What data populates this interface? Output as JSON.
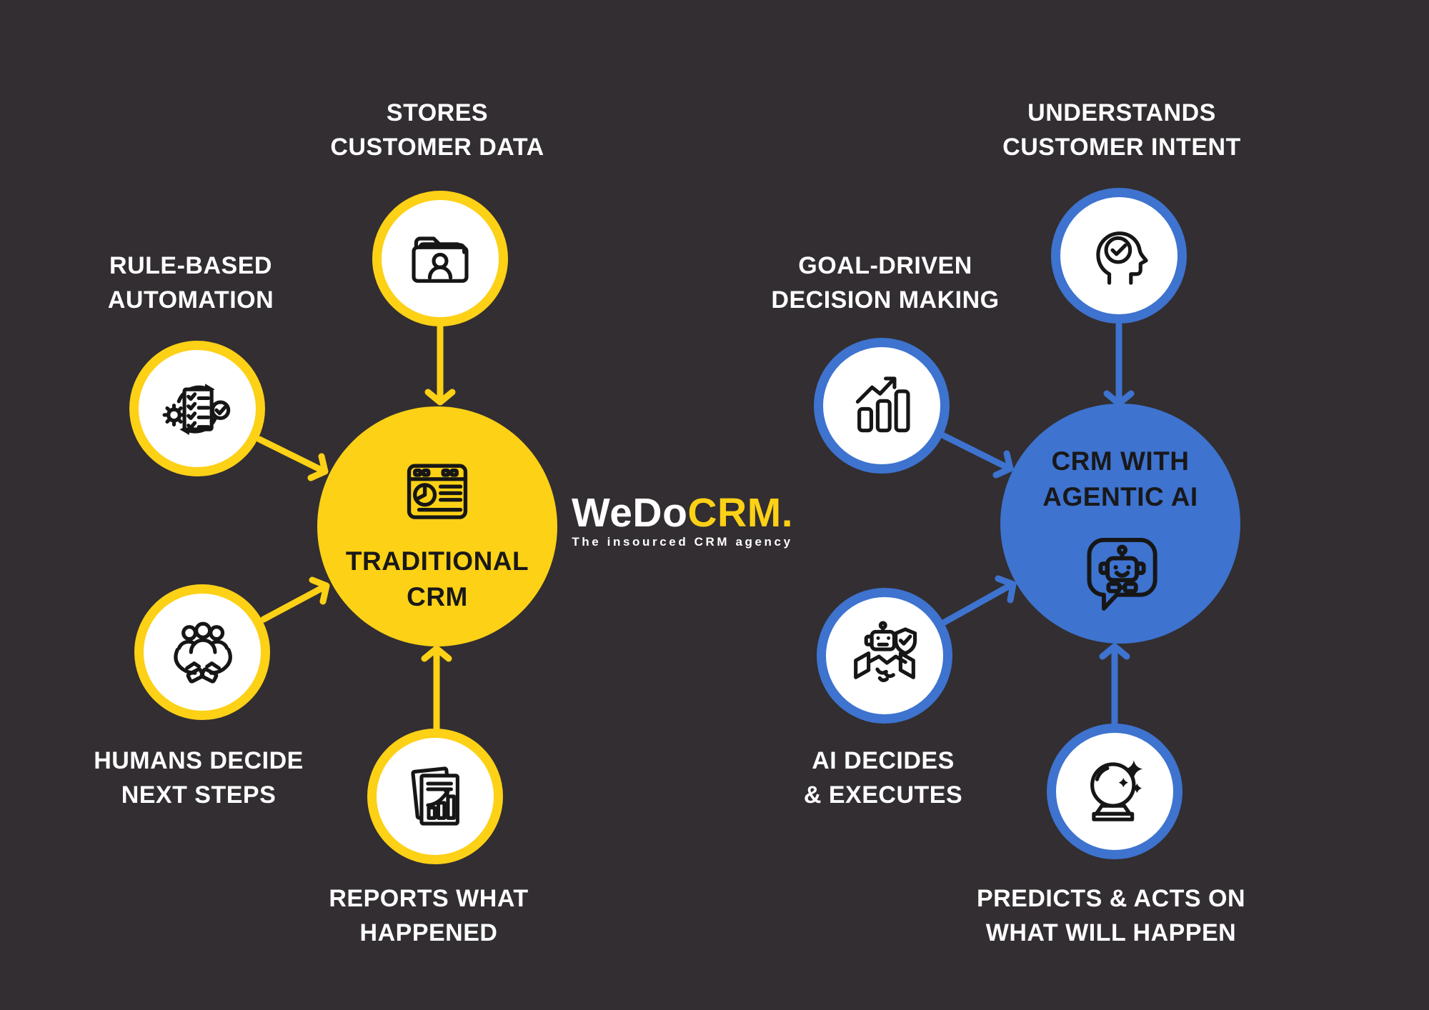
{
  "colors": {
    "background": "#322e31",
    "yellow": "#fcd116",
    "blue": "#3e73cf",
    "white": "#ffffff",
    "icon_black": "#161616"
  },
  "brand": {
    "logo_part_white": "WeDo",
    "logo_part_yellow": "CRM.",
    "tagline": "The insourced CRM agency"
  },
  "left_hub": {
    "accent": "#fcd116",
    "center": {
      "icon": "crm-dashboard-icon",
      "title_line1": "TRADITIONAL",
      "title_line2": "CRM"
    },
    "satellites": [
      {
        "icon": "customer-folder-icon",
        "label_line1": "STORES",
        "label_line2": "CUSTOMER DATA"
      },
      {
        "icon": "checklist-automation-icon",
        "label_line1": "RULE-BASED",
        "label_line2": "AUTOMATION"
      },
      {
        "icon": "people-in-hands-icon",
        "label_line1": "HUMANS DECIDE",
        "label_line2": "NEXT STEPS"
      },
      {
        "icon": "report-chart-icon",
        "label_line1": "REPORTS WHAT",
        "label_line2": "HAPPENED"
      }
    ]
  },
  "right_hub": {
    "accent": "#3e73cf",
    "center": {
      "icon": "agent-chatbot-icon",
      "title_line1": "CRM WITH",
      "title_line2": "AGENTIC AI"
    },
    "satellites": [
      {
        "icon": "intent-head-check-icon",
        "label_line1": "UNDERSTANDS",
        "label_line2": "CUSTOMER INTENT"
      },
      {
        "icon": "growth-bars-icon",
        "label_line1": "GOAL-DRIVEN",
        "label_line2": "DECISION MAKING"
      },
      {
        "icon": "ai-handshake-shield-icon",
        "label_line1": "AI DECIDES",
        "label_line2": "& EXECUTES"
      },
      {
        "icon": "crystal-ball-icon",
        "label_line1": "PREDICTS & ACTS ON",
        "label_line2": "WHAT WILL HAPPEN"
      }
    ]
  }
}
